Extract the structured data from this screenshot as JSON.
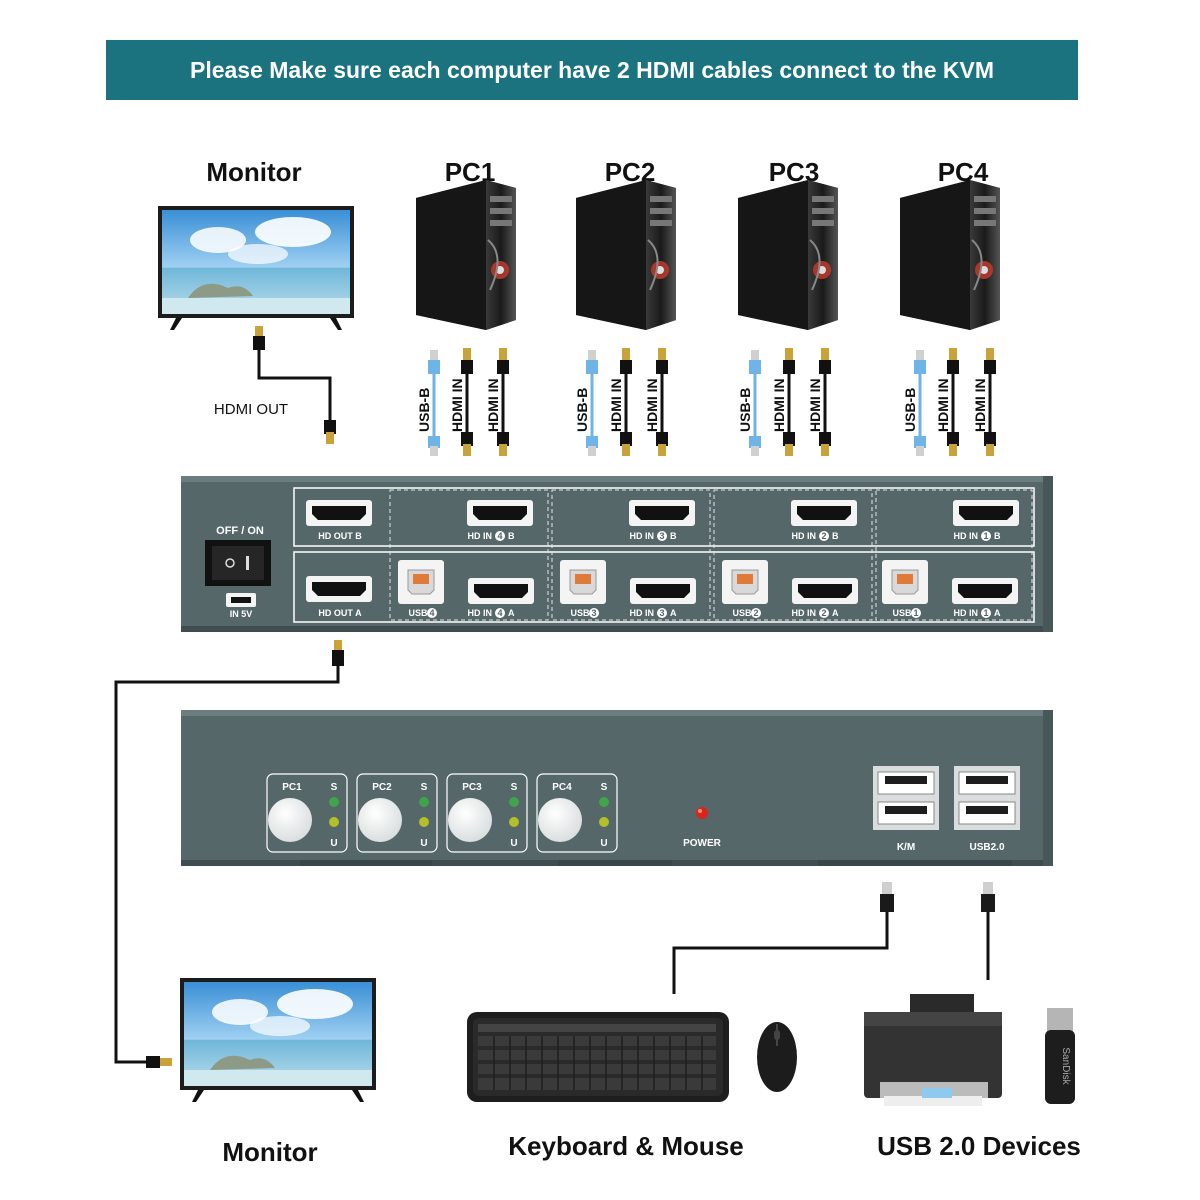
{
  "banner": {
    "text": "Please Make sure each computer have 2 HDMI cables connect to the KVM",
    "color": "#1b7380"
  },
  "top_labels": {
    "monitor": "Monitor",
    "hdmi_out": "HDMI OUT",
    "pcs": [
      "PC1",
      "PC2",
      "PC3",
      "PC4"
    ]
  },
  "cable_labels": {
    "usb_b": "USB-B",
    "hdmi_in": "HDMI IN"
  },
  "back_panel": {
    "switch_label": "OFF / ON",
    "power_in": "IN 5V",
    "hd_out_b": "HD OUT B",
    "hd_out_a": "HD OUT A",
    "hd_in_b_prefix": "HD IN",
    "hd_in_b_suffix": "B",
    "hd_in_a_prefix": "HD IN",
    "hd_in_a_suffix": "A",
    "usb_prefix": "USB",
    "groups": [
      4,
      3,
      2,
      1
    ],
    "body_color": "#56676a"
  },
  "front_panel": {
    "pc_buttons": [
      "PC1",
      "PC2",
      "PC3",
      "PC4"
    ],
    "led_s": "S",
    "led_u": "U",
    "power_label": "POWER",
    "km_label": "K/M",
    "usb2_label": "USB2.0"
  },
  "bottom_labels": {
    "monitor": "Monitor",
    "keyboard_mouse": "Keyboard & Mouse",
    "usb_devices": "USB 2.0 Devices",
    "usb_stick_brand": "SanDisk"
  }
}
